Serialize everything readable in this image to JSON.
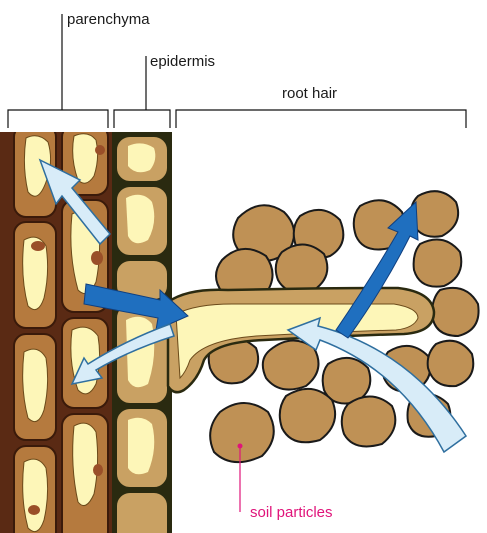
{
  "labels": {
    "parenchyma": "parenchyma",
    "epidermis": "epidermis",
    "root_hair": "root hair",
    "soil_particles": "soil particles"
  },
  "colors": {
    "cell_wall_dark": "#5a2a14",
    "parenchyma_fill": "#b57a3e",
    "parenchyma_vacuole": "#fdf6b8",
    "epidermis_fill": "#c9a163",
    "epidermis_outline": "#2a2a10",
    "nucleus": "#9a4f28",
    "soil": "#bf9155",
    "soil_outline": "#1a1a1a",
    "arrow_dark": "#1f6fbf",
    "arrow_light": "#d8ecf8",
    "arrow_light_outline": "#2f6f9f",
    "pink_label": "#e0147a",
    "line": "#111111"
  }
}
